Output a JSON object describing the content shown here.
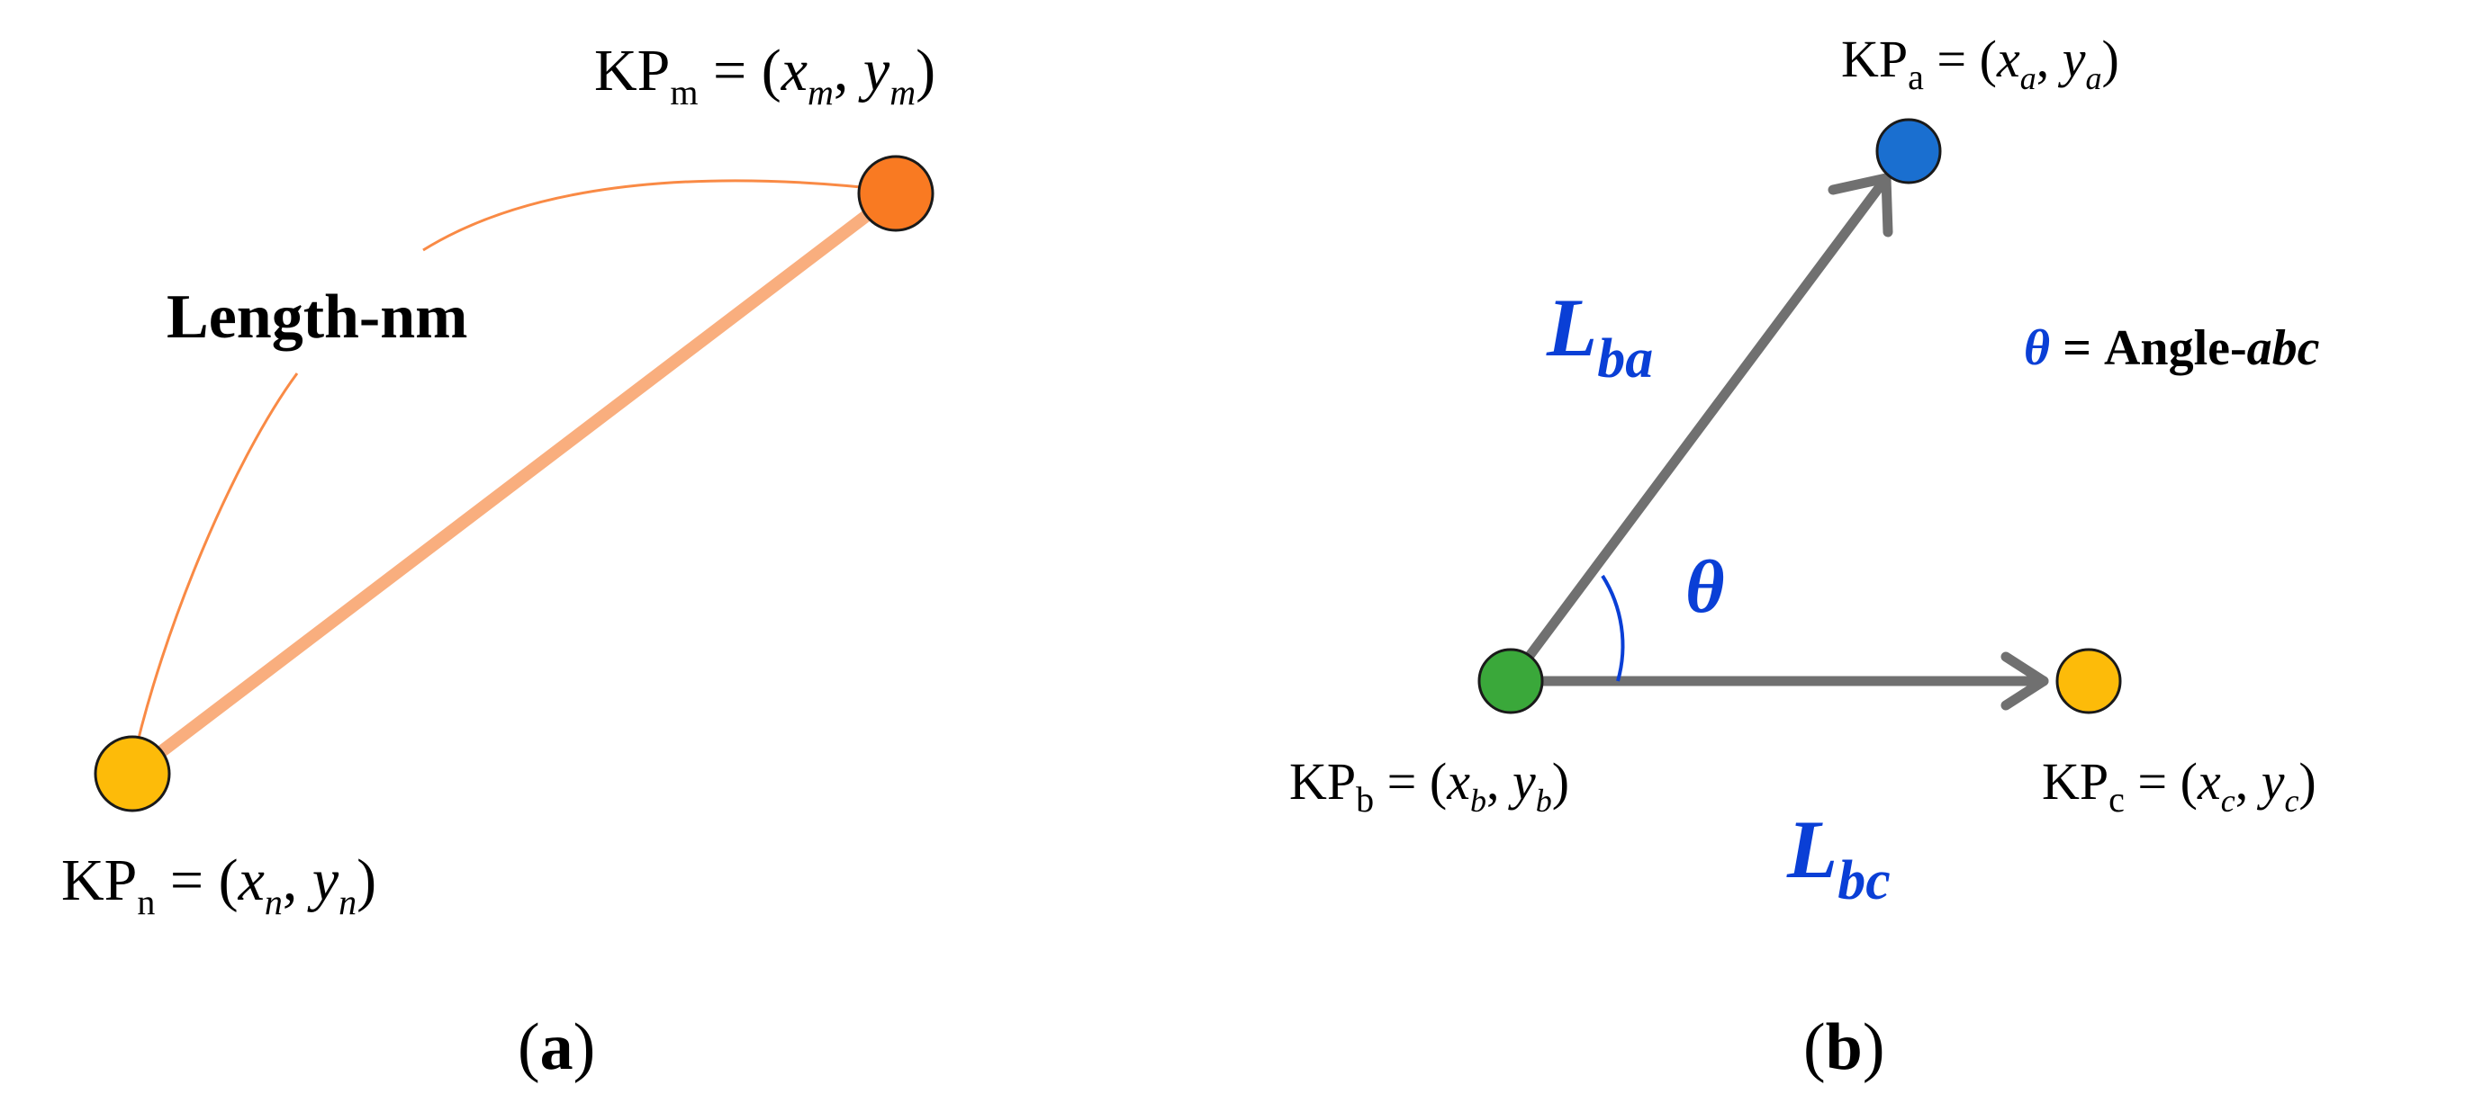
{
  "panel_a": {
    "caption_open": "(",
    "caption_letter": "a",
    "caption_close": ")",
    "length_label": "Length-nm",
    "kp_m": {
      "base": "KP",
      "sub": "m",
      "eq": " = (",
      "x": "x",
      "xs": "m",
      "comma": ", ",
      "y": "y",
      "ys": "m",
      "close": ")"
    },
    "kp_n": {
      "base": "KP",
      "sub": "n",
      "eq": " = (",
      "x": "x",
      "xs": "n",
      "comma": ", ",
      "y": "y",
      "ys": "n",
      "close": ")"
    },
    "colors": {
      "node_m": "#f97a22",
      "node_n": "#fdbb09",
      "segment": "#f9ae7e",
      "arc": "#f98a45"
    }
  },
  "panel_b": {
    "caption_open": "(",
    "caption_letter": "b",
    "caption_close": ")",
    "kp_a": {
      "base": "KP",
      "sub": "a",
      "eq": " = (",
      "x": "x",
      "xs": "a",
      "comma": ", ",
      "y": "y",
      "ys": "a",
      "close": ")"
    },
    "kp_b": {
      "base": "KP",
      "sub": "b",
      "eq": " = (",
      "x": "x",
      "xs": "b",
      "comma": ", ",
      "y": "y",
      "ys": "b",
      "close": ")"
    },
    "kp_c": {
      "base": "KP",
      "sub": "c",
      "eq": " = (",
      "x": "x",
      "xs": "c",
      "comma": ", ",
      "y": "y",
      "ys": "c",
      "close": ")"
    },
    "l_ba": {
      "base": "L",
      "sub": "ba"
    },
    "l_bc": {
      "base": "L",
      "sub": "bc"
    },
    "theta": "θ",
    "angle_def": {
      "symbol": "θ",
      "eq": " = Angle-",
      "abc": "abc"
    },
    "colors": {
      "node_a": "#1a6fd0",
      "node_b": "#3aa83a",
      "node_c": "#fdbb09",
      "arrow": "#707070",
      "accent": "#0a3fd6"
    }
  }
}
